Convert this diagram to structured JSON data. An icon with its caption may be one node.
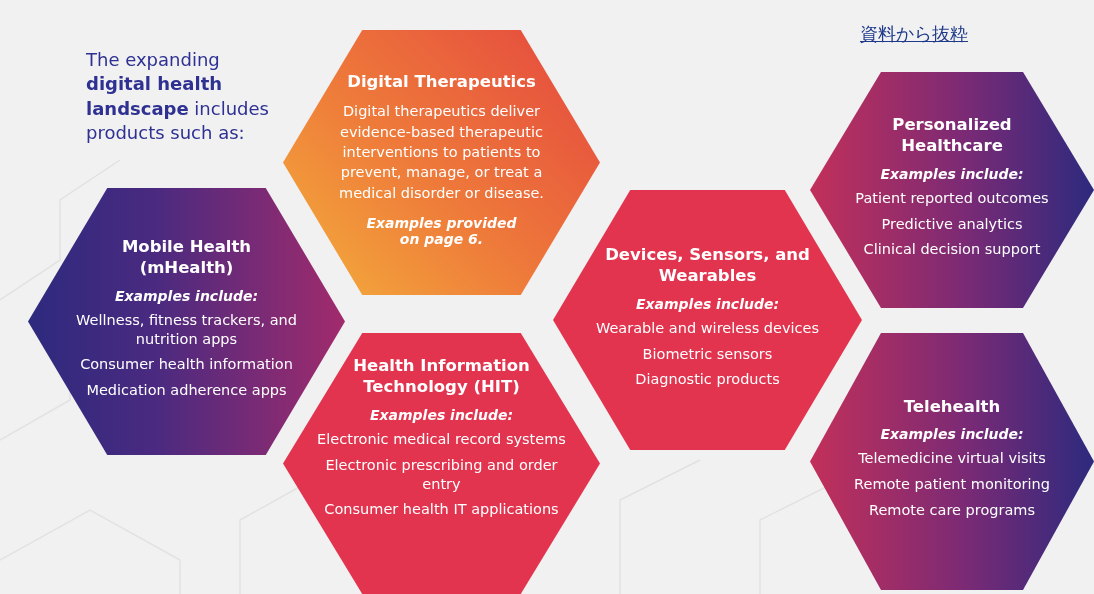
{
  "diagram": {
    "title": "The expanding **digital health landscape** includes products such as:",
    "nodes": [
      {
        "text": [
          "Mobile Health (mHealth)",
          "Examples include:",
          "Wellness, fitness trackers, and nutrition apps",
          "Consumer health information",
          "Medication adherence apps"
        ]
      },
      {
        "text": [
          "Digital Therapeutics",
          "Digital therapeutics deliver evidence-based therapeutic interventions to patients to prevent, manage, or treat a medical disorder or disease.",
          "Examples provided on page 6."
        ]
      },
      {
        "text": [
          "Health Information Technology (HIT)",
          "Examples include:",
          "Electronic medical record systems",
          "Electronic prescribing and order entry",
          "Consumer health IT applications"
        ]
      },
      {
        "text": [
          "Devices, Sensors, and Wearables",
          "Examples include:",
          "Wearable and wireless devices",
          "Biometric sensors",
          "Diagnostic products"
        ]
      },
      {
        "text": [
          "Personalized Healthcare",
          "Examples include:",
          "Patient reported outcomes",
          "Predictive analytics",
          "Clinical decision support"
        ]
      },
      {
        "text": [
          "Telehealth",
          "Examples include:",
          "Telemedicine virtual visits",
          "Remote patient monitoring",
          "Remote care programs"
        ]
      }
    ],
    "labels": [
      "資料から抜粋"
    ]
  }
}
